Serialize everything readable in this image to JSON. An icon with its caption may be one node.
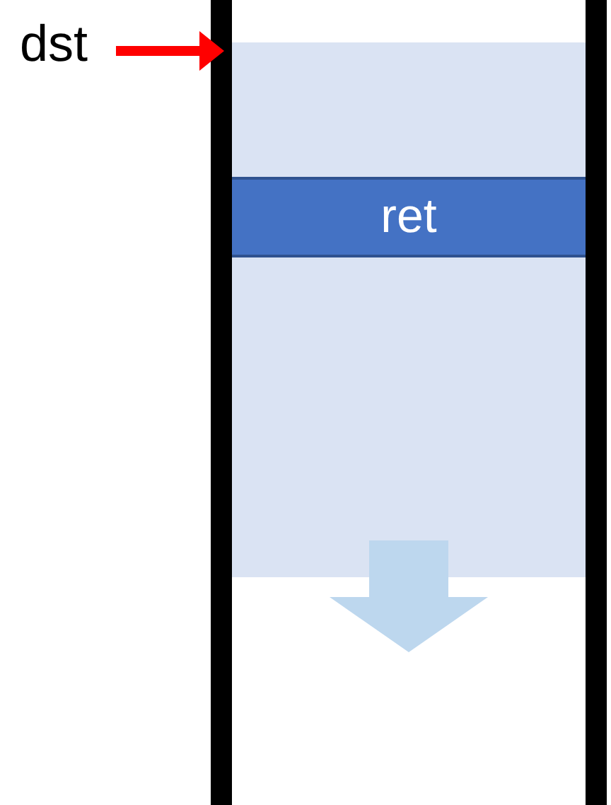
{
  "diagram": {
    "nodes": [
      {
        "text": [
          "dst"
        ]
      },
      {
        "text": [],
        "shape": "box"
      },
      {
        "text": [
          "ret"
        ],
        "in": 1
      },
      {
        "text": [],
        "shape": "bar"
      },
      {
        "text": [],
        "shape": "bar"
      }
    ],
    "edges": [
      {
        "from": 0,
        "to": 1,
        "arrow": "to"
      }
    ]
  }
}
